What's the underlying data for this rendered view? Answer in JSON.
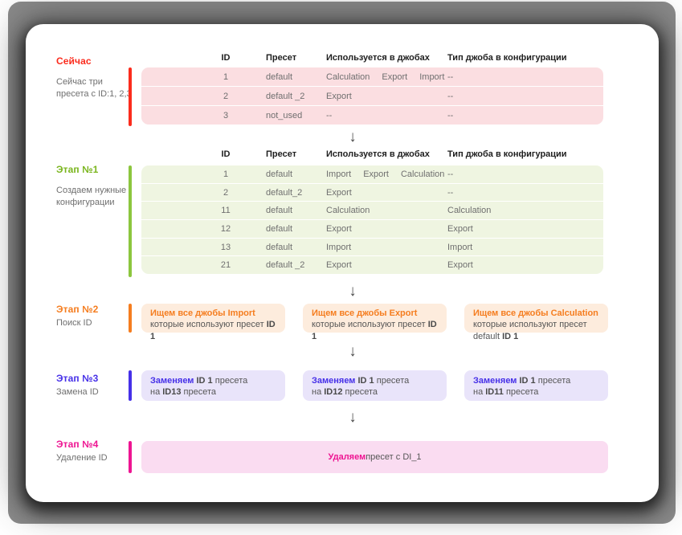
{
  "palette": {
    "background": "#8b8b8b",
    "card": "#ffffff",
    "stage_now_accent": "#fb2c1d",
    "stage1_accent": "#8cc63e",
    "stage2_accent": "#f57d1f",
    "stage3_accent": "#4630e8",
    "stage4_accent": "#ee1592",
    "table1_row": "#fbdee1",
    "table2_row": "#eff5e1",
    "stage2_box": "#fdecdd",
    "stage3_box": "#e9e4fa",
    "stage4_box": "#fadcf1"
  },
  "arrow_glyph": "↓",
  "table_headers": {
    "id": "ID",
    "preset": "Пресет",
    "jobs": "Используется в джобах",
    "type": "Тип джоба в конфигурации"
  },
  "stages": [
    {
      "title": "Сейчас",
      "subtitle": "Сейчас три пресета с ID:1, 2,3",
      "rows": [
        {
          "id": "1",
          "preset": "default",
          "jobs": [
            "Calculation",
            "Export",
            "Import"
          ],
          "type": "--"
        },
        {
          "id": "2",
          "preset": "default _2",
          "jobs": [
            "Export"
          ],
          "type": "--"
        },
        {
          "id": "3",
          "preset": "not_used",
          "jobs": [
            "--"
          ],
          "type": "--"
        }
      ]
    },
    {
      "title": "Этап №1",
      "subtitle": "Создаем нужные конфигурации",
      "rows": [
        {
          "id": "1",
          "preset": "default",
          "jobs": [
            "Import",
            "Export",
            "Calculation"
          ],
          "type": "--"
        },
        {
          "id": "2",
          "preset": "default_2",
          "jobs": [
            "Export"
          ],
          "type": "--"
        },
        {
          "id": "11",
          "preset": "default",
          "jobs": [
            "Calculation"
          ],
          "type": "Calculation"
        },
        {
          "id": "12",
          "preset": "default",
          "jobs": [
            "Export"
          ],
          "type": "Export"
        },
        {
          "id": "13",
          "preset": "default",
          "jobs": [
            "Import"
          ],
          "type": "Import"
        },
        {
          "id": "21",
          "preset": "default _2",
          "jobs": [
            "Export"
          ],
          "type": "Export"
        }
      ]
    },
    {
      "title": "Этап №2",
      "subtitle": "Поиск ID",
      "boxes": [
        [
          {
            "t": "Ищем все джобы Import",
            "c": "a"
          },
          {
            "t": " которые используют пресет ",
            "c": "n"
          },
          {
            "t": "ID 1",
            "c": "b"
          }
        ],
        [
          {
            "t": "Ищем все джобы Export",
            "c": "a"
          },
          {
            "t": " которые используют пресет ",
            "c": "n"
          },
          {
            "t": "ID 1",
            "c": "b"
          }
        ],
        [
          {
            "t": "Ищем все джобы Calculation",
            "c": "a"
          },
          {
            "t": " которые используют пресет default ",
            "c": "n"
          },
          {
            "t": "ID 1",
            "c": "b"
          }
        ]
      ]
    },
    {
      "title": "Этап №3",
      "subtitle": "Замена ID",
      "boxes": [
        [
          {
            "t": "Заменяем",
            "c": "a"
          },
          {
            "t": " ",
            "c": "n"
          },
          {
            "t": "ID 1",
            "c": "b"
          },
          {
            "t": " пресета",
            "c": "n",
            "br": true
          },
          {
            "t": "на ",
            "c": "n"
          },
          {
            "t": "ID13",
            "c": "b"
          },
          {
            "t": " пресета",
            "c": "n"
          }
        ],
        [
          {
            "t": "Заменяем",
            "c": "a"
          },
          {
            "t": " ",
            "c": "n"
          },
          {
            "t": "ID 1",
            "c": "b"
          },
          {
            "t": " пресета",
            "c": "n",
            "br": true
          },
          {
            "t": "на ",
            "c": "n"
          },
          {
            "t": "ID12",
            "c": "b"
          },
          {
            "t": " пресета",
            "c": "n"
          }
        ],
        [
          {
            "t": "Заменяем",
            "c": "a"
          },
          {
            "t": " ",
            "c": "n"
          },
          {
            "t": "ID 1",
            "c": "b"
          },
          {
            "t": " пресета",
            "c": "n",
            "br": true
          },
          {
            "t": "на ",
            "c": "n"
          },
          {
            "t": "ID11",
            "c": "b"
          },
          {
            "t": " пресета",
            "c": "n"
          }
        ]
      ]
    },
    {
      "title": "Этап №4",
      "subtitle": "Удаление ID",
      "box": [
        {
          "t": "Удаляем",
          "c": "a"
        },
        {
          "t": " пресет с DI_1",
          "c": "n"
        }
      ]
    }
  ]
}
